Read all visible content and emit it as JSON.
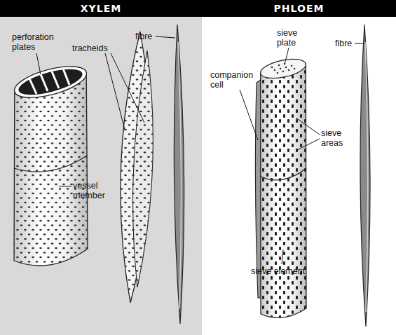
{
  "diagram": {
    "nodes": [
      {
        "text": [
          "XYLEM"
        ]
      },
      {
        "text": [
          "PHLOEM"
        ]
      }
    ],
    "labels": [
      "fibre",
      "perforation plates",
      "tracheids",
      "vessel member",
      "sieve plate",
      "fibre",
      "companion cell",
      "sieve areas",
      "sieve element"
    ]
  }
}
